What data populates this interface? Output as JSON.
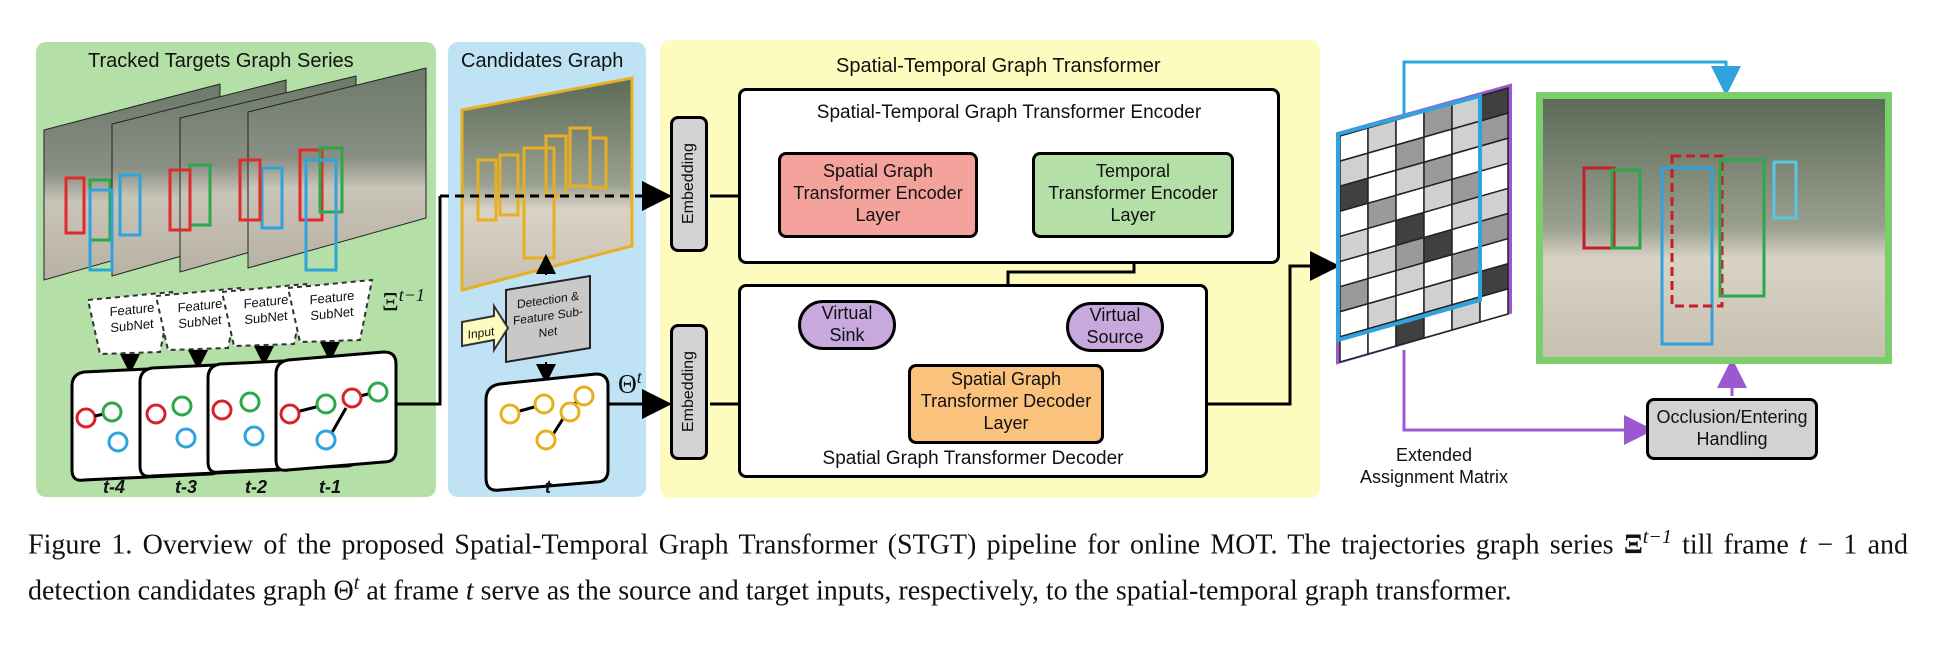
{
  "colors": {
    "green_panel": "#b4dfa6",
    "blue_panel": "#bfe3f4",
    "yellow_panel": "#fdfbbd",
    "spatial_encoder": "#f4a29c",
    "temporal_encoder": "#b4dfa6",
    "decoder": "#fbc27e",
    "virtual_node": "#c8a9dd",
    "gray_box": "#d2d2d2",
    "matrix_outline": "#9b59d0",
    "arrow_blue": "#2ea3dc",
    "arrow_purple": "#9b59d0"
  },
  "panels": {
    "tracked": {
      "title": "Tracked Targets Graph Series",
      "feature_subnet": "Feature\nSubNet",
      "frames": [
        "t-4",
        "t-3",
        "t-2",
        "t-1"
      ],
      "xi_symbol": "Ξ",
      "xi_sup": "t−1"
    },
    "candidates": {
      "title": "Candidates Graph",
      "input_label": "Input",
      "detection_label": "Detection &\nFeature Sub-Net",
      "frame": "t",
      "theta_symbol": "Θ",
      "theta_sup": "t"
    },
    "transformer": {
      "title": "Spatial-Temporal Graph Transformer",
      "encoder_title": "Spatial-Temporal Graph Transformer Encoder",
      "decoder_title": "Spatial Graph Transformer Decoder",
      "embedding": "Embedding",
      "spatial_encoder_layer": "Spatial Graph\nTransformer Encoder\nLayer",
      "temporal_encoder_layer": "Temporal\nTransformer Encoder\nLayer",
      "decoder_layer": "Spatial Graph\nTransformer Decoder\nLayer",
      "virtual_sink": "Virtual\nSink",
      "virtual_source": "Virtual\nSource"
    },
    "output": {
      "matrix_label": "Extended\nAssignment Matrix",
      "occlusion_label": "Occlusion/Entering\nHandling"
    }
  },
  "caption": {
    "lead": "Figure 1. Overview of the proposed Spatial-Temporal Graph Transformer (STGT) pipeline for online MOT. The trajectories graph series ",
    "xi": "Ξ",
    "xi_sup": "t−1",
    "mid1": " till frame ",
    "t1": "t",
    "minus1": " − 1 and detection candidates graph ",
    "theta": "Θ",
    "theta_sup": "t",
    "mid2": " at frame ",
    "t2": "t",
    "tail": " serve as the source and target inputs, respectively, to the spatial-temporal graph transformer."
  }
}
